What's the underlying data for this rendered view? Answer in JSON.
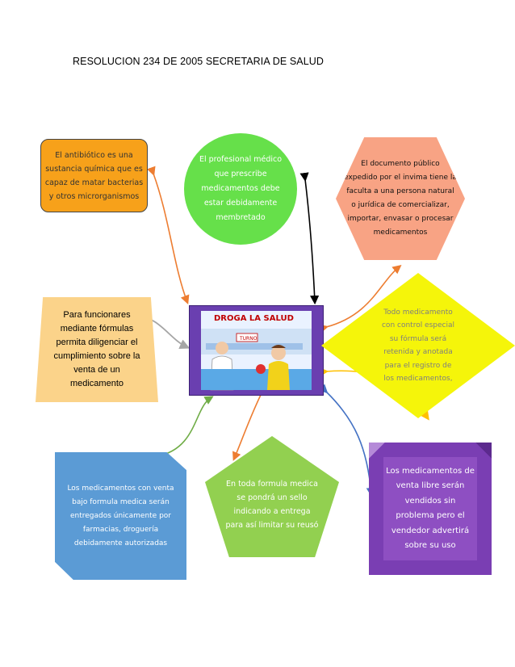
{
  "title": "RESOLUCION 234 DE 2005 SECRETARIA DE SALUD",
  "colors": {
    "orange_box": "#f7a11a",
    "green_circle": "#66e04a",
    "salmon_hex": "#f8a384",
    "yellow_diamond": "#f5f50a",
    "beige_trap": "#fbd38a",
    "blue_pent": "#5b9bd5",
    "green_pent": "#92d050",
    "purple_bevel": "#8e4fc2"
  },
  "nodes": {
    "antibiotico": "El antibiótico es una sustancia química que es capaz de matar bacterias y otros microrganismos",
    "profesional": "El profesional médico que prescribe medicamentos debe estar debidamente membretado",
    "documento": "El documento público expedido por el invima tiene la faculta a una persona natural o jurídica de comercializar, importar, envasar o procesar medicamentos",
    "funcionar": "Para funcionares mediante fórmulas permita diligenciar el cumplimiento sobre la venta de un medicamento",
    "todo_medicamento": "Todo medicamento con control especial su fórmula será retenida y anotada para el registro de los medicamentos,",
    "venta_bajo": "Los medicamentos con venta bajo formula medica serán entregados únicamente por farmacias, droguería debidamente autorizadas",
    "toda_formula": "En toda formula medica se pondrá un sello indicando a entrega para así limitar su reusó",
    "venta_libre": "Los medicamentos de venta libre serán vendidos sin problema pero el vendedor advertirá sobre su uso"
  },
  "center_image": {
    "heading": "DROGA LA SALUD",
    "sign": "TURNO"
  }
}
